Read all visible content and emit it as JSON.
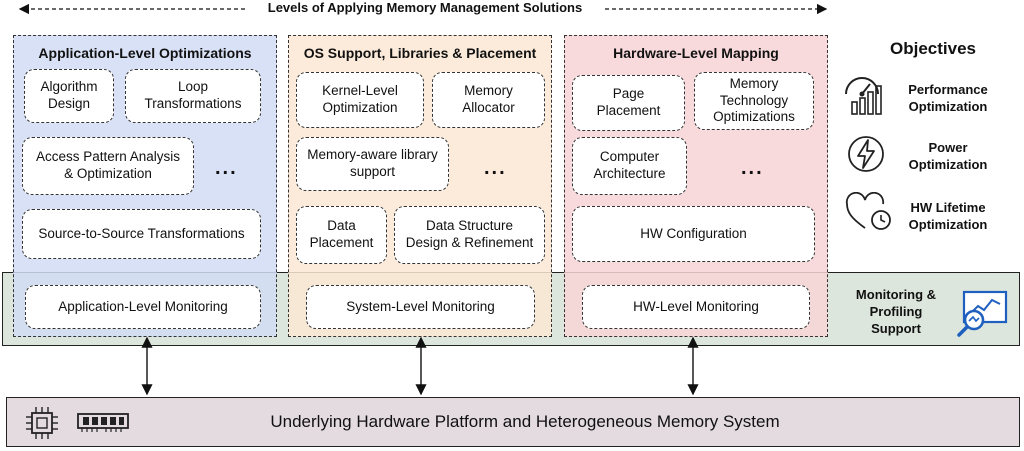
{
  "header": {
    "title": "Levels of Applying Memory Management Solutions"
  },
  "columns": [
    {
      "title": "Application-Level Optimizations",
      "boxes": [
        "Algorithm\nDesign",
        "Loop\nTransformations",
        "Access Pattern Analysis\n& Optimization",
        "Source-to-Source Transformations"
      ],
      "ellipsis": "...",
      "monitoring": "Application-Level Monitoring"
    },
    {
      "title": "OS Support, Libraries & Placement",
      "boxes": [
        "Kernel-Level\nOptimization",
        "Memory\nAllocator",
        "Memory-aware library\nsupport",
        "Data\nPlacement",
        "Data Structure\nDesign & Refinement"
      ],
      "ellipsis": "...",
      "monitoring": "System-Level Monitoring"
    },
    {
      "title": "Hardware-Level Mapping",
      "boxes": [
        "Page\nPlacement",
        "Memory\nTechnology\nOptimizations",
        "Computer\nArchitecture",
        "HW Configuration"
      ],
      "ellipsis": "...",
      "monitoring": "HW-Level Monitoring"
    }
  ],
  "objectives": {
    "title": "Objectives",
    "items": [
      {
        "label": "Performance\nOptimization",
        "icon": "speedometer-bars-icon"
      },
      {
        "label": "Power\nOptimization",
        "icon": "lightning-icon"
      },
      {
        "label": "HW Lifetime\nOptimization",
        "icon": "heart-clock-icon"
      }
    ]
  },
  "monitoring_support": {
    "label": "Monitoring &\nProfiling\nSupport",
    "icon": "monitor-magnifier-icon"
  },
  "platform": {
    "label": "Underlying Hardware Platform and Heterogeneous Memory System",
    "icons": [
      "cpu-chip-icon",
      "memory-module-icon"
    ]
  },
  "colors": {
    "app_column": "#d2dcf5",
    "os_column": "#fce8d4",
    "hw_column": "#f8d4d6",
    "monitoring_band": "#dde6dc",
    "platform": "#e3dbe0",
    "accent_blue": "#1f5fbf"
  }
}
